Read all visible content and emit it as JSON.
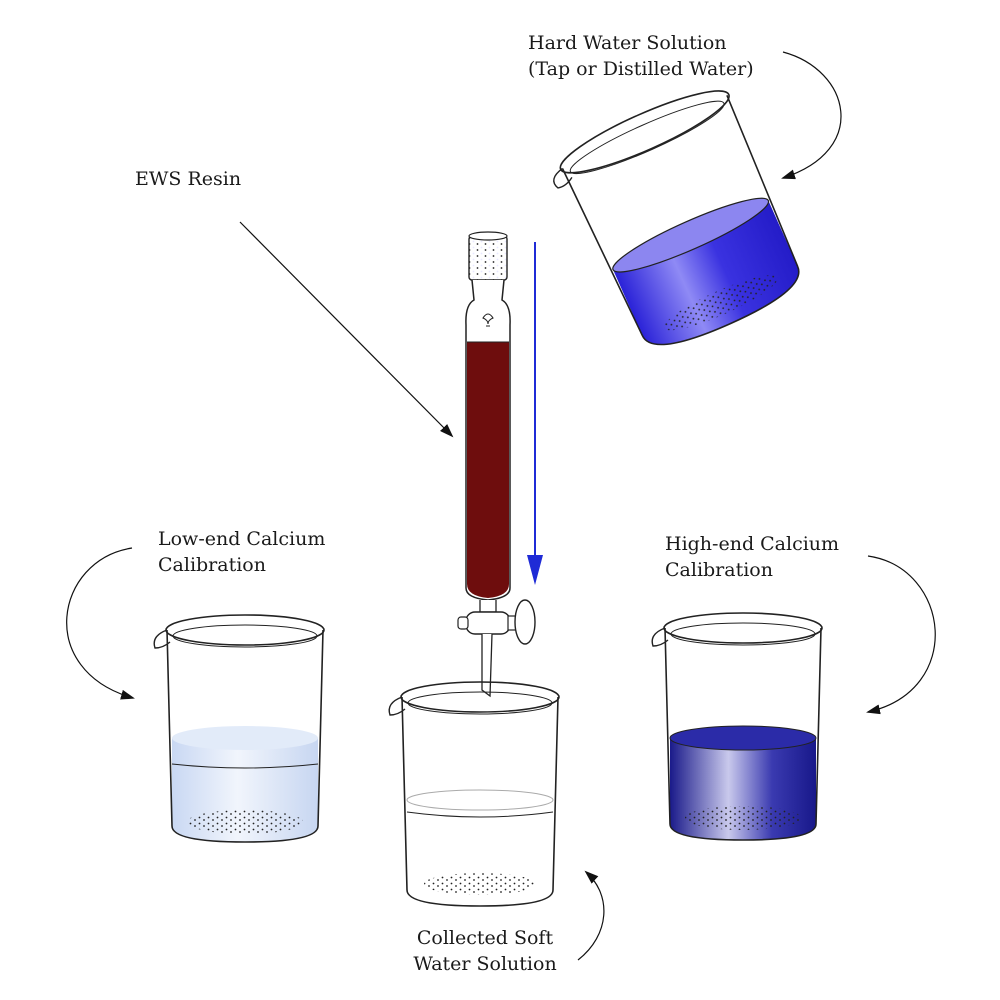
{
  "labels": {
    "hard_water": [
      "Hard Water Solution",
      "(Tap or Distilled Water)"
    ],
    "ews_resin": "EWS Resin",
    "low_end": [
      "Low-end Calcium",
      "Calibration"
    ],
    "high_end": [
      "High-end Calcium",
      "Calibration"
    ],
    "collected": [
      "Collected Soft",
      "Water Solution"
    ]
  },
  "colors": {
    "resin": "#6e0d0d",
    "flow_arrow": "#1f2bd6",
    "hard_water": "#3a32e0",
    "low_end_water": "#dbe6f7",
    "high_end_water": "#24249a",
    "outline": "#222222"
  },
  "icons": {
    "stopper": "porous-stopper-icon",
    "flow": "flow-direction-arrow-icon"
  }
}
